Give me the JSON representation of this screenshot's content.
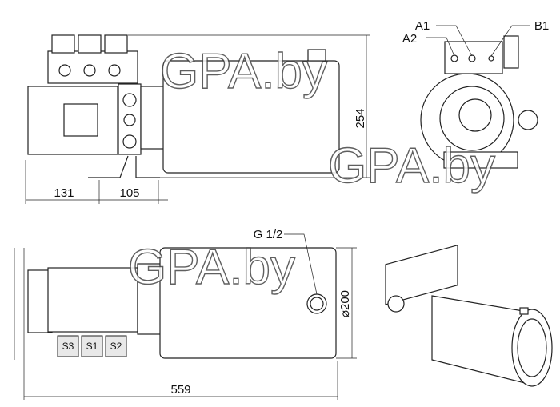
{
  "dimensions": {
    "height": "254",
    "motor_length": "131",
    "bracket_offset": "105",
    "total_length": "559",
    "tank_diameter": "⌀200"
  },
  "ports": {
    "a1": "A1",
    "a2": "A2",
    "b1": "B1",
    "filler": "G 1/2"
  },
  "solenoids": [
    "S3",
    "S1",
    "S2"
  ],
  "watermark": "GPA.by"
}
